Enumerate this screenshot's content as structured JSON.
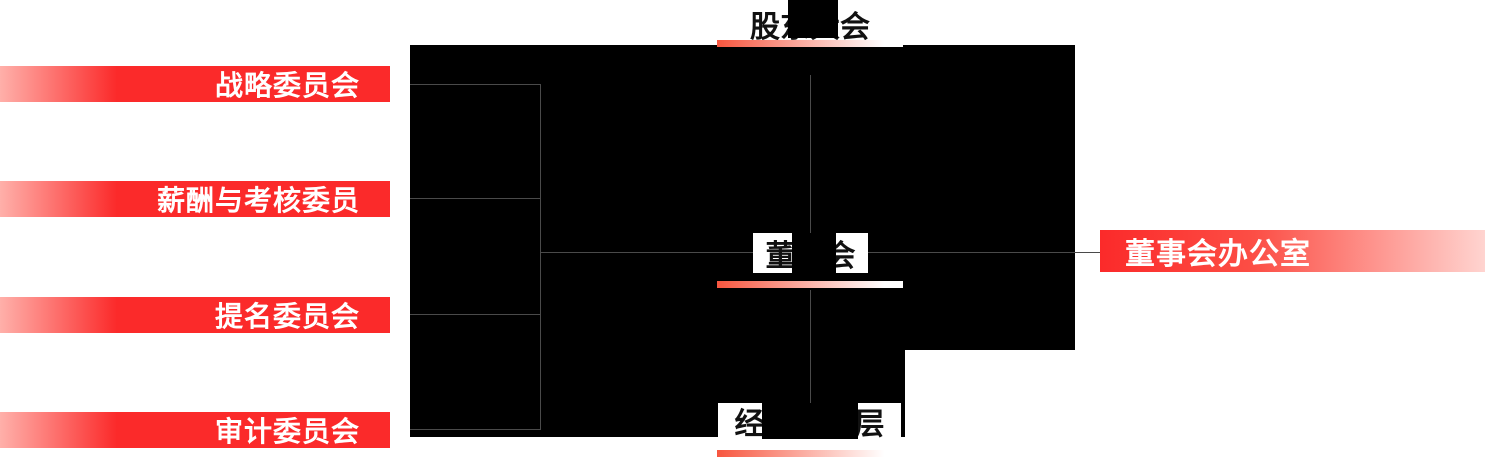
{
  "org_chart": {
    "top_node": {
      "label": "股东大会"
    },
    "board_node": {
      "label": "董事会"
    },
    "management_node": {
      "label": "经营管理层"
    },
    "committees": [
      {
        "label": "战略委员会"
      },
      {
        "label": "薪酬与考核委员"
      },
      {
        "label": "提名委员会"
      },
      {
        "label": "审计委员会"
      }
    ],
    "office": {
      "label": "董事会办公室"
    },
    "colors": {
      "accent_red": "#fb2a2a",
      "accent_fade_light": "#ffd4d0",
      "underline_red": "#f7563f",
      "connector_gray": "#4a4a4a",
      "block_black": "#000000",
      "node_text": "#111111",
      "banner_text": "#ffffff"
    }
  }
}
